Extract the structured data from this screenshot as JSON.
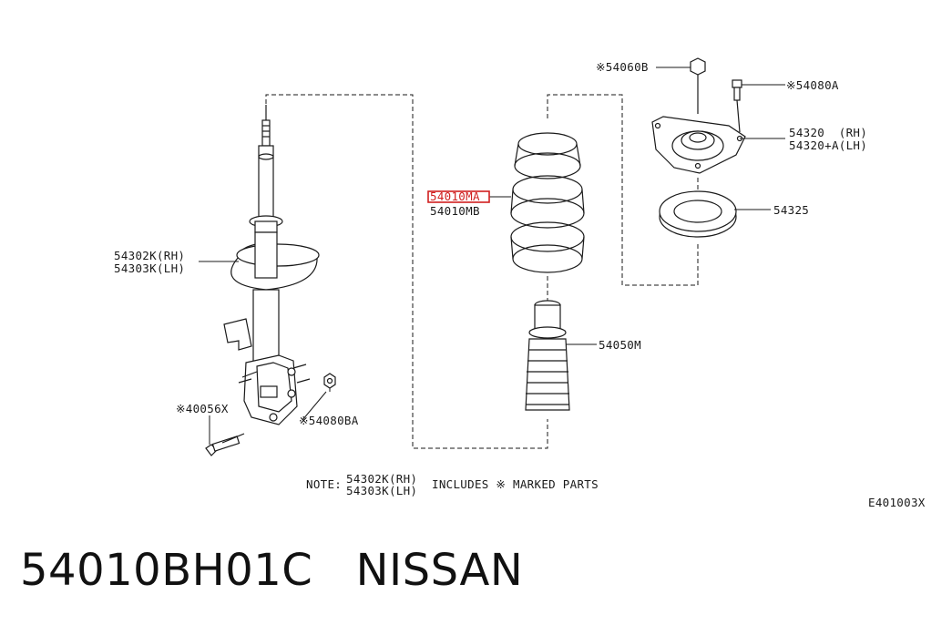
{
  "labels": {
    "strut_rh": "54302K(RH)",
    "strut_lh": "54303K(LH)",
    "bolt_40056x": "※40056X",
    "nut_54080ba": "※54080BA",
    "spring_ma": "54010MA",
    "spring_mb": "54010MB",
    "nut_54060b": "※54060B",
    "bolt_54080a": "※54080A",
    "mount_rh": "54320  (RH)",
    "mount_lh": "54320+A(LH)",
    "bearing": "54325",
    "bumper": "54050M",
    "note_prefix": "NOTE:",
    "note_rh": "54302K(RH)",
    "note_lh": "54303K(LH)",
    "note_suffix": "INCLUDES ※ MARKED PARTS",
    "drawing_code": "E401003X"
  },
  "highlight_color": "#d02020",
  "caption": "54010BH01C   NISSAN"
}
